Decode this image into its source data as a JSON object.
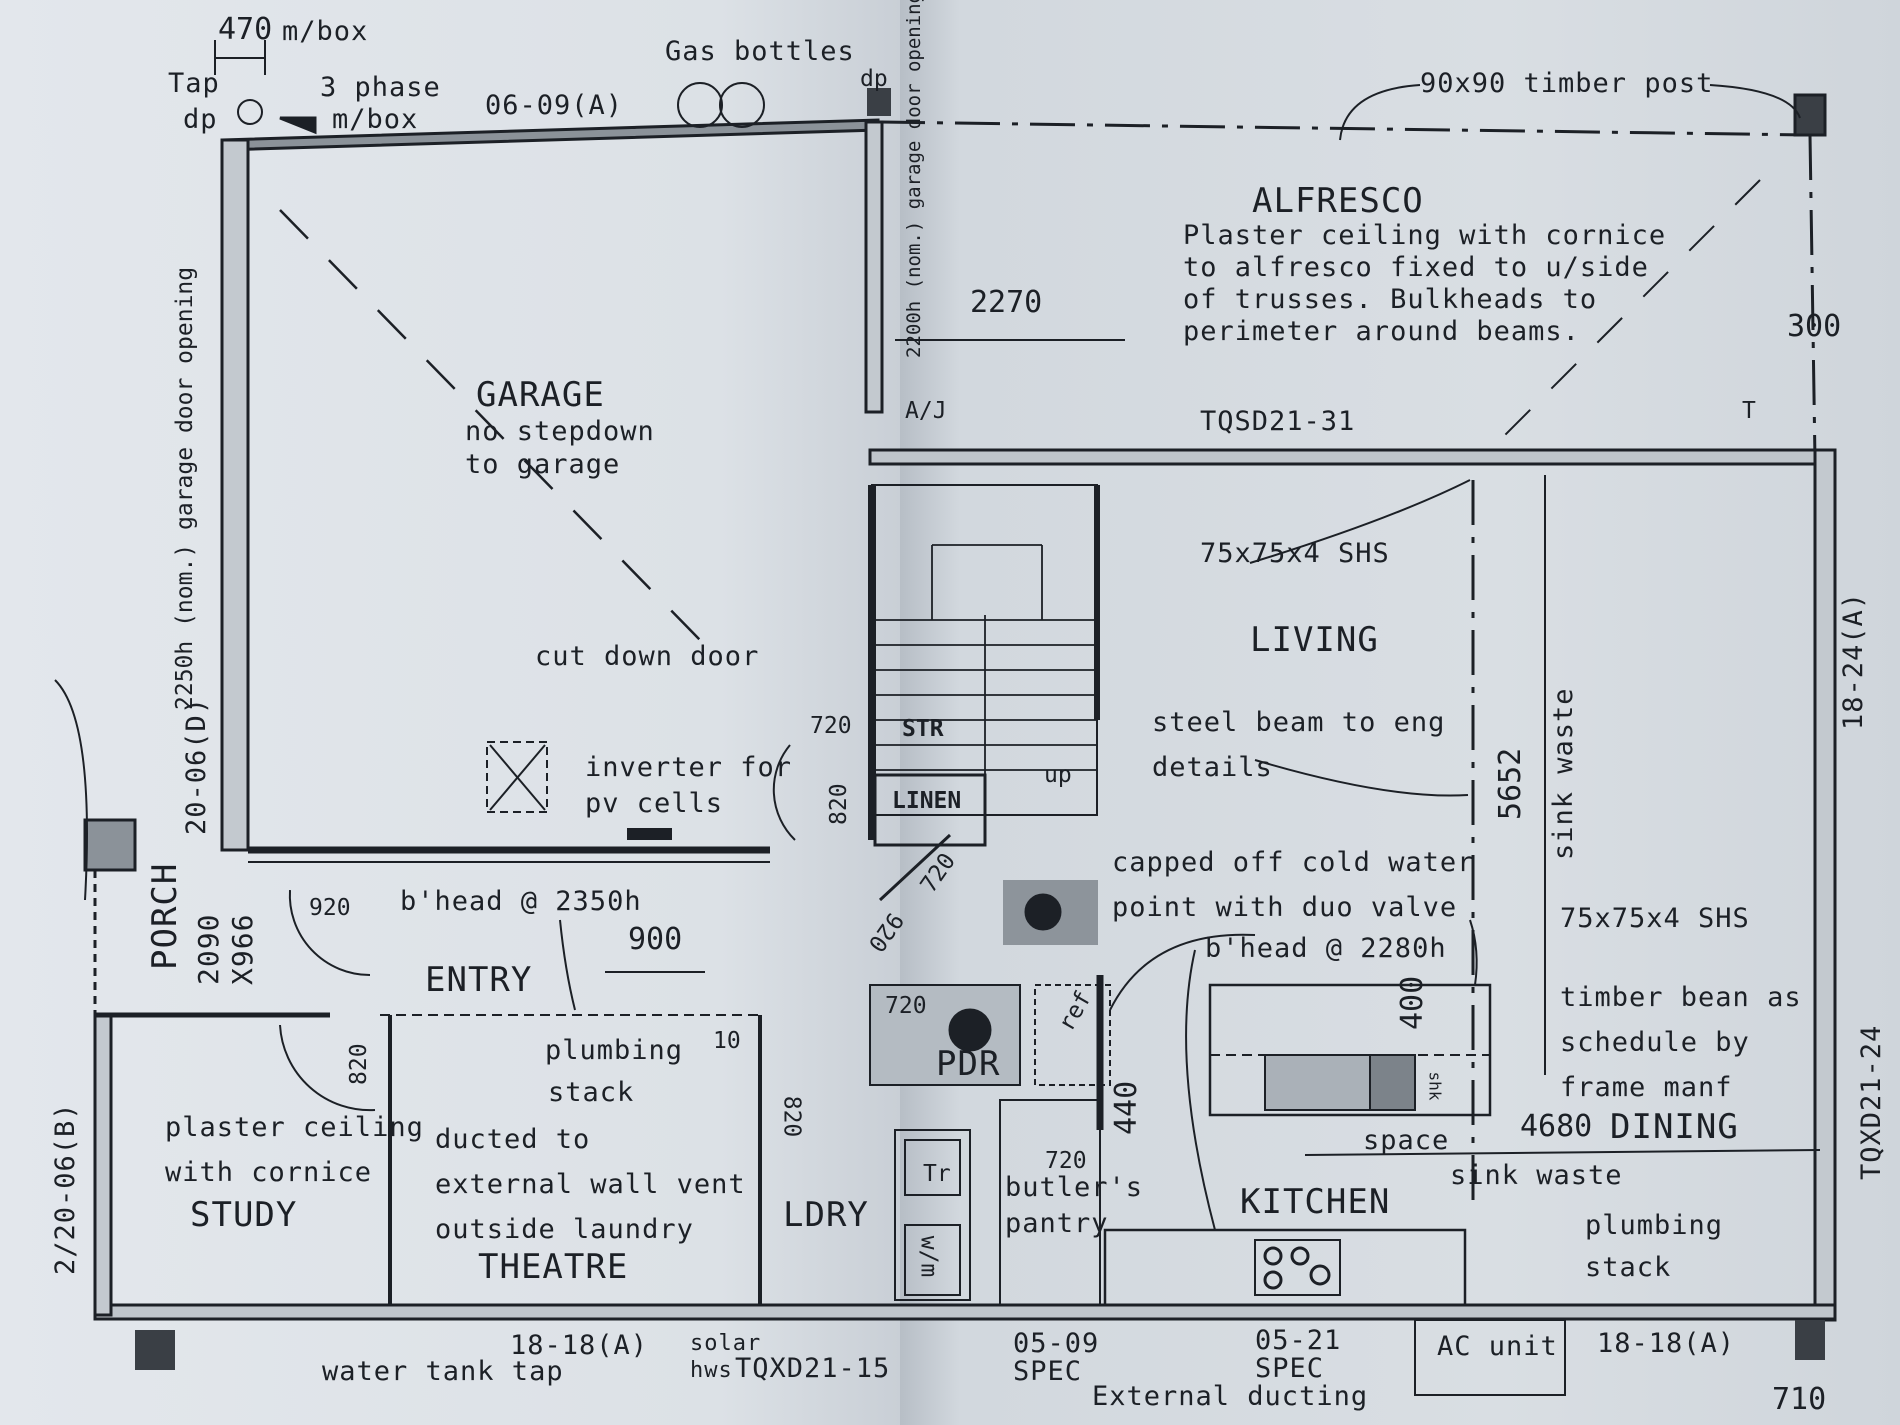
{
  "rooms": {
    "garage": "GARAGE",
    "alfresco": "ALFRESCO",
    "living": "LIVING",
    "entry": "ENTRY",
    "study": "STUDY",
    "theatre": "THEATRE",
    "kitchen": "KITCHEN",
    "dining": "DINING",
    "porch": "PORCH",
    "pdr": "PDR",
    "ldry": "LDRY",
    "linen": "LINEN",
    "str": "STR"
  },
  "notes": {
    "garage_note": [
      "no stepdown",
      "to garage"
    ],
    "alfresco_note": [
      "Plaster ceiling with cornice",
      "to alfresco fixed to u/side",
      "of trusses. Bulkheads to",
      "perimeter around beams."
    ],
    "gas_bottles": "Gas bottles",
    "timber_post": "90x90 timber post",
    "three_phase": [
      "3 phase",
      "m/box"
    ],
    "tap": [
      "Tap",
      "dp"
    ],
    "cut_down_door": "cut down door",
    "inverter": [
      "inverter for",
      "pv cells"
    ],
    "bhead_2350": "b'head @ 2350h",
    "bhead_2280": "b'head @ 2280h",
    "plumbing_stack_entry": [
      "plumbing",
      "stack"
    ],
    "ducted": [
      "ducted to",
      "external wall vent",
      "outside laundry"
    ],
    "plaster_study": [
      "plaster ceiling",
      "with cornice"
    ],
    "steel_beam": [
      "steel beam to eng",
      "details"
    ],
    "capped_off": [
      "capped off cold water",
      "point with duo valve"
    ],
    "timber_beam": [
      "timber bean as",
      "schedule by",
      "frame manf"
    ],
    "plumbing_stack_kitchen": [
      "plumbing",
      "stack"
    ],
    "sink_waste_v": "sink waste",
    "sink_waste_h": "sink waste",
    "space": "space",
    "butlers_pantry": [
      "butler's",
      "pantry"
    ],
    "water_tank_tap": "water tank tap",
    "solar_hws": [
      "solar",
      "hws"
    ],
    "external_ducting": "External ducting",
    "ac_unit": "AC unit",
    "garage_door_left": "2250h (nom.) garage door opening",
    "garage_door_right": "2200h (nom.) garage door opening",
    "shs_top": "75x75x4 SHS",
    "shs_bottom": "75x75x4 SHS",
    "up": "up"
  },
  "dimensions": {
    "d470": "470",
    "mbox": "m/box",
    "d2270": "2270",
    "d300": "300",
    "d720a": "720",
    "d820a": "820",
    "d720b": "720",
    "d920": "920",
    "d900": "900",
    "d820b": "820",
    "d920b": "920",
    "d820c": "820",
    "d720c": "720",
    "d720d": "720",
    "d400": "400",
    "d440": "440",
    "d4680": "4680",
    "d5652": "5652",
    "d710": "710",
    "porch_dim": [
      "2090",
      "X966"
    ],
    "d10": "10"
  },
  "codes": {
    "w_0609": "06-09(A)",
    "w_tqsd": "TQSD21-31",
    "w_1824": "18-24(A)",
    "w_tqxd24": "TQXD21-24",
    "w_2006": "20-06(D)",
    "w_22006": "2/20-06(B)",
    "w_1818a": "18-18(A)",
    "w_1818b": "18-18(A)",
    "w_tqxd15": "TQXD21-15",
    "w_0509": [
      "05-09",
      "SPEC"
    ],
    "w_0521": [
      "05-21",
      "SPEC"
    ],
    "aj": "A/J",
    "ref": "ref",
    "wm": "w/m",
    "tr": "Tr",
    "t": "T",
    "shk": "shk",
    "dp": "dp"
  }
}
